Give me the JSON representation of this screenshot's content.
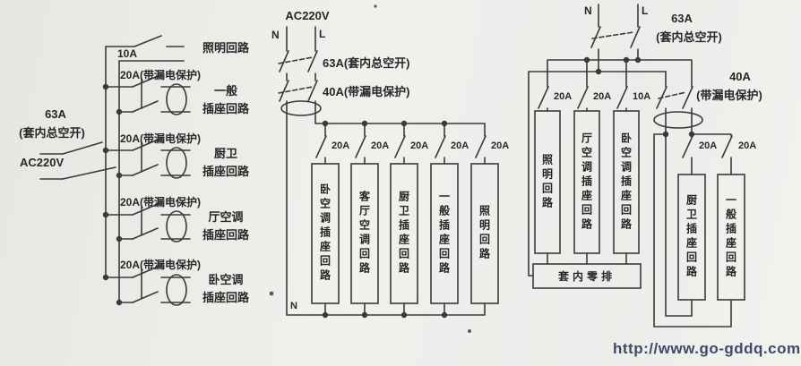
{
  "colors": {
    "background": "#eeefeb",
    "ink": "#383838",
    "watermark": "#3f4a66"
  },
  "watermark": {
    "url": "http://www.go-gddq.com"
  },
  "left": {
    "supply": "AC220V",
    "main_rating": "63A",
    "main_note": "(套内总空开)",
    "branches": [
      {
        "rating": "10A",
        "line1": "照明回路",
        "line2": ""
      },
      {
        "rating": "20A(带漏电保护)",
        "line1": "一般",
        "line2": "插座回路"
      },
      {
        "rating": "20A(带漏电保护)",
        "line1": "厨卫",
        "line2": "插座回路"
      },
      {
        "rating": "20A(带漏电保护)",
        "line1": "厅空调",
        "line2": "插座回路"
      },
      {
        "rating": "20A(带漏电保护)",
        "line1": "卧空调",
        "line2": "插座回路"
      }
    ]
  },
  "middle": {
    "supply": "AC220V",
    "n_label": "N",
    "l_label": "L",
    "main": "63A(套内总空开)",
    "rcd": "40A(带漏电保护)",
    "neutral_bottom": "N",
    "branches": [
      {
        "rating": "20A",
        "name": "卧空调插座回路"
      },
      {
        "rating": "20A",
        "name": "客厅空调回路"
      },
      {
        "rating": "20A",
        "name": "厨卫插座回路"
      },
      {
        "rating": "20A",
        "name": "一般插座回路"
      },
      {
        "rating": "20A",
        "name": "照明回路"
      }
    ]
  },
  "right": {
    "n_label": "N",
    "l_label": "L",
    "main_rating": "63A",
    "main_note": "(套内总空开)",
    "rcd_rating": "40A",
    "rcd_note": "(带漏电保护)",
    "neutral_bar": "套内零排",
    "direct_branches": [
      {
        "rating": "20A",
        "name": "照明回路"
      },
      {
        "rating": "20A",
        "name": "厅空调插座回路"
      },
      {
        "rating": "10A",
        "name": "卧空调插座回路"
      }
    ],
    "rcd_branches": [
      {
        "rating": "20A",
        "name": "厨卫插座回路"
      },
      {
        "rating": "20A",
        "name": "一般插座回路"
      }
    ]
  }
}
